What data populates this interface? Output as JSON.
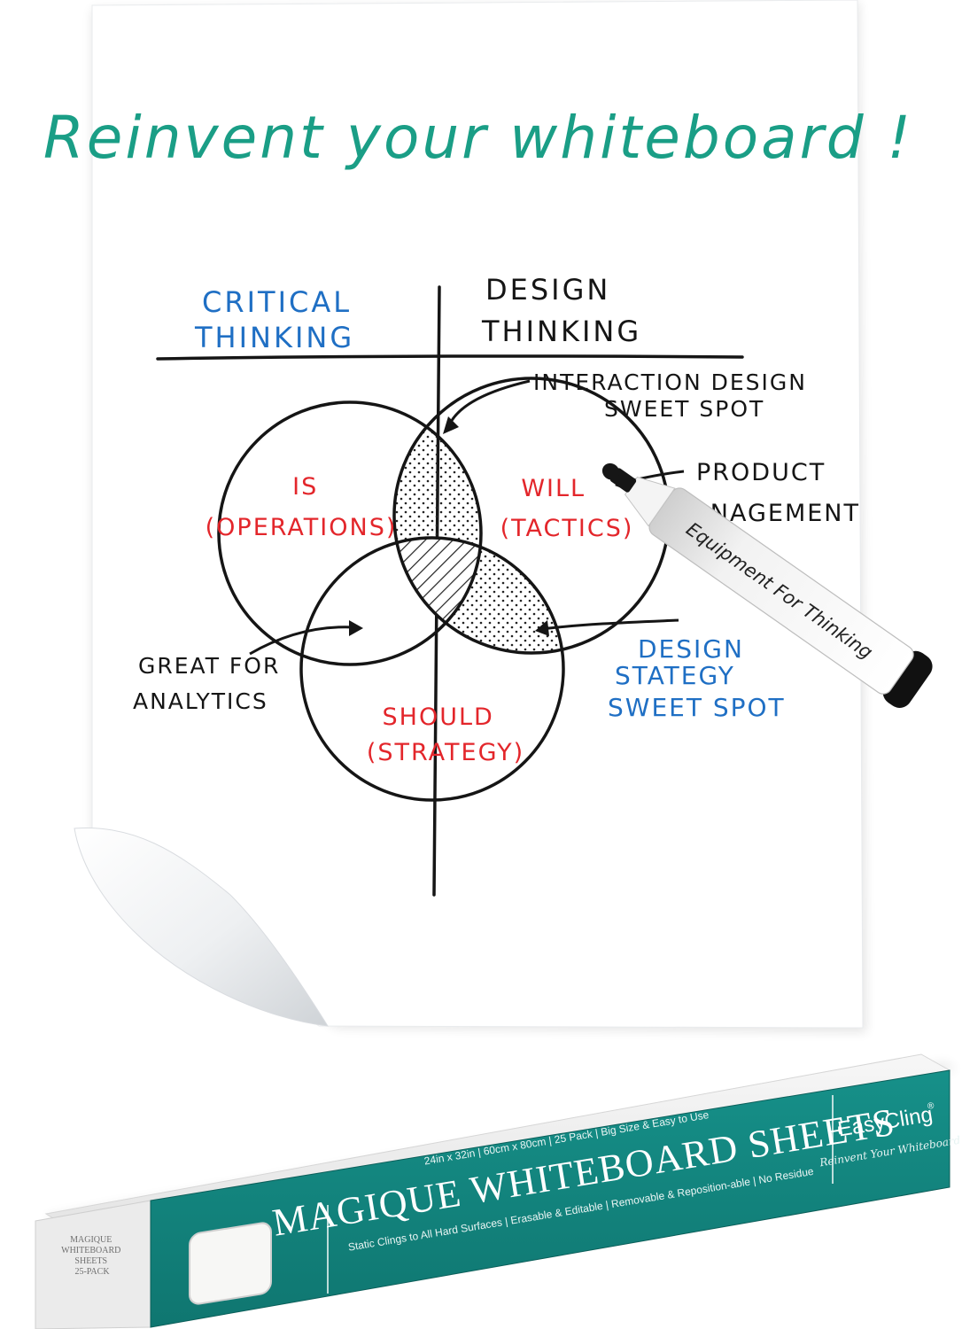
{
  "sheet": {
    "headline": "Reinvent your whiteboard !",
    "quadrant_left": [
      "CRITICAL",
      "THINKING"
    ],
    "quadrant_right": [
      "DESIGN",
      "THINKING"
    ],
    "callout_interaction": [
      "INTERACTION DESIGN",
      "SWEET SPOT"
    ],
    "callout_product": [
      "PRODUCT",
      "MANAGEMENT"
    ],
    "callout_analytics": [
      "GREAT FOR",
      "ANALYTICS"
    ],
    "callout_strategy": [
      "DESIGN",
      "STATEGY",
      "SWEET SPOT"
    ],
    "circle_is": [
      "IS",
      "(OPERATIONS)"
    ],
    "circle_will": [
      "WILL",
      "(TACTICS)"
    ],
    "circle_should": [
      "SHOULD",
      "(STRATEGY)"
    ]
  },
  "marker": {
    "barrel_text": "Equipment For Thinking"
  },
  "box": {
    "title": "MAGIQUE WHITEBOARD SHEETS",
    "specs": "24in x 32in  |  60cm x 80cm  |  25 Pack  |  Big Size & Easy to Use",
    "features": "Static Clings to All Hard Surfaces  |  Erasable & Editable  |  Removable & Reposition-able  |  No Residue",
    "brand": "EasyCling",
    "brand_mark": "®",
    "tagline": "Reinvent Your Whiteboard",
    "end_label": [
      "MAGIQUE",
      "WHITEBOARD",
      "SHEETS",
      "25-PACK"
    ]
  },
  "colors": {
    "green_ink": "#1a9e86",
    "blue_ink": "#1f6fc4",
    "red_ink": "#e3262b",
    "black_ink": "#151515",
    "box_teal": "#13837e"
  }
}
